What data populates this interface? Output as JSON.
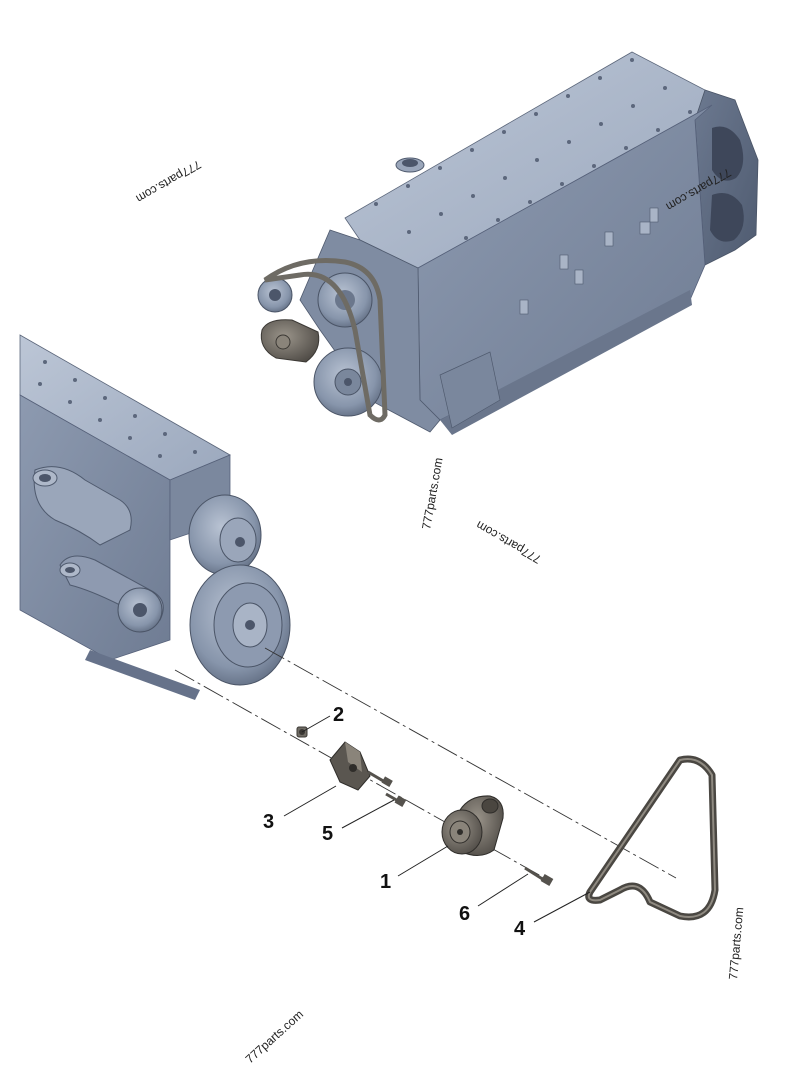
{
  "watermark": {
    "text": "777parts.com"
  },
  "callouts": [
    {
      "id": "1",
      "label": "1"
    },
    {
      "id": "2",
      "label": "2"
    },
    {
      "id": "3",
      "label": "3"
    },
    {
      "id": "4",
      "label": "4"
    },
    {
      "id": "5",
      "label": "5"
    },
    {
      "id": "6",
      "label": "6"
    }
  ],
  "colors": {
    "engine_body": "#8e9cb2",
    "engine_light": "#b7c2d3",
    "engine_dark": "#5d6a80",
    "belt": "#6e6b64",
    "part_dark": "#55524d"
  }
}
